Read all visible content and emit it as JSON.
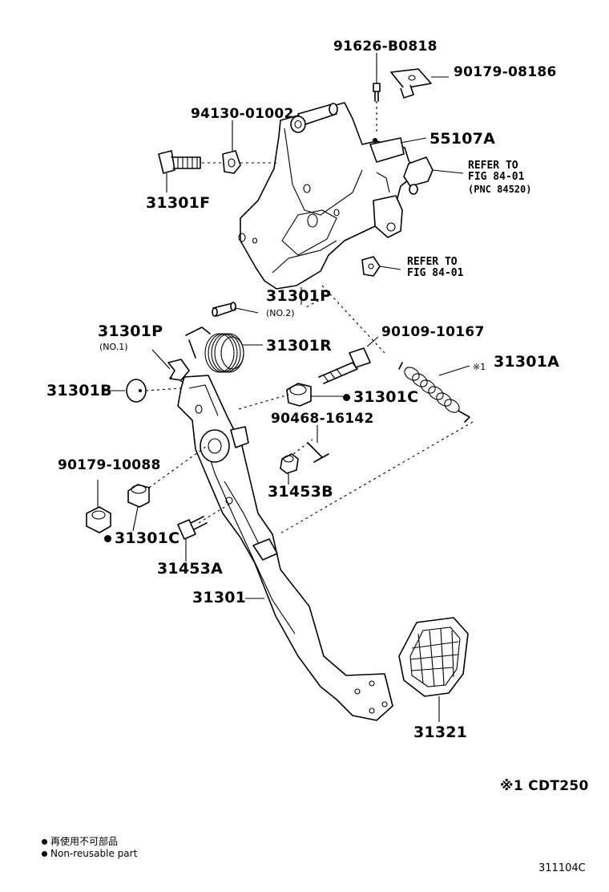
{
  "diagram_id": "311104C",
  "labels": {
    "p91626": "91626-B0818",
    "p90179_08186": "90179-08186",
    "p94130": "94130-01002",
    "p55107A": "55107A",
    "refer1_line1": "REFER TO",
    "refer1_line2": "FIG 84-01",
    "refer1_line3": "(PNC 84520)",
    "p31301F": "31301F",
    "refer2_line1": "REFER TO",
    "refer2_line2": "FIG 84-01",
    "p31301P_top": "31301P",
    "no2": "(NO.2)",
    "p31301P_left": "31301P",
    "no1": "(NO.1)",
    "p31301R": "31301R",
    "p90109": "90109-10167",
    "p31301A_mark": "※1",
    "p31301A": "31301A",
    "p31301B": "31301B",
    "p31301C_right": "31301C",
    "p90468": "90468-16142",
    "p90179_10088": "90179-10088",
    "p31453B": "31453B",
    "p31301C_left": "31301C",
    "p31453A": "31453A",
    "p31301": "31301",
    "p31321": "31321",
    "note_cdt": "※1 CDT250"
  },
  "legend": {
    "jp": "再使用不可部品",
    "en": "Non-reusable part"
  }
}
